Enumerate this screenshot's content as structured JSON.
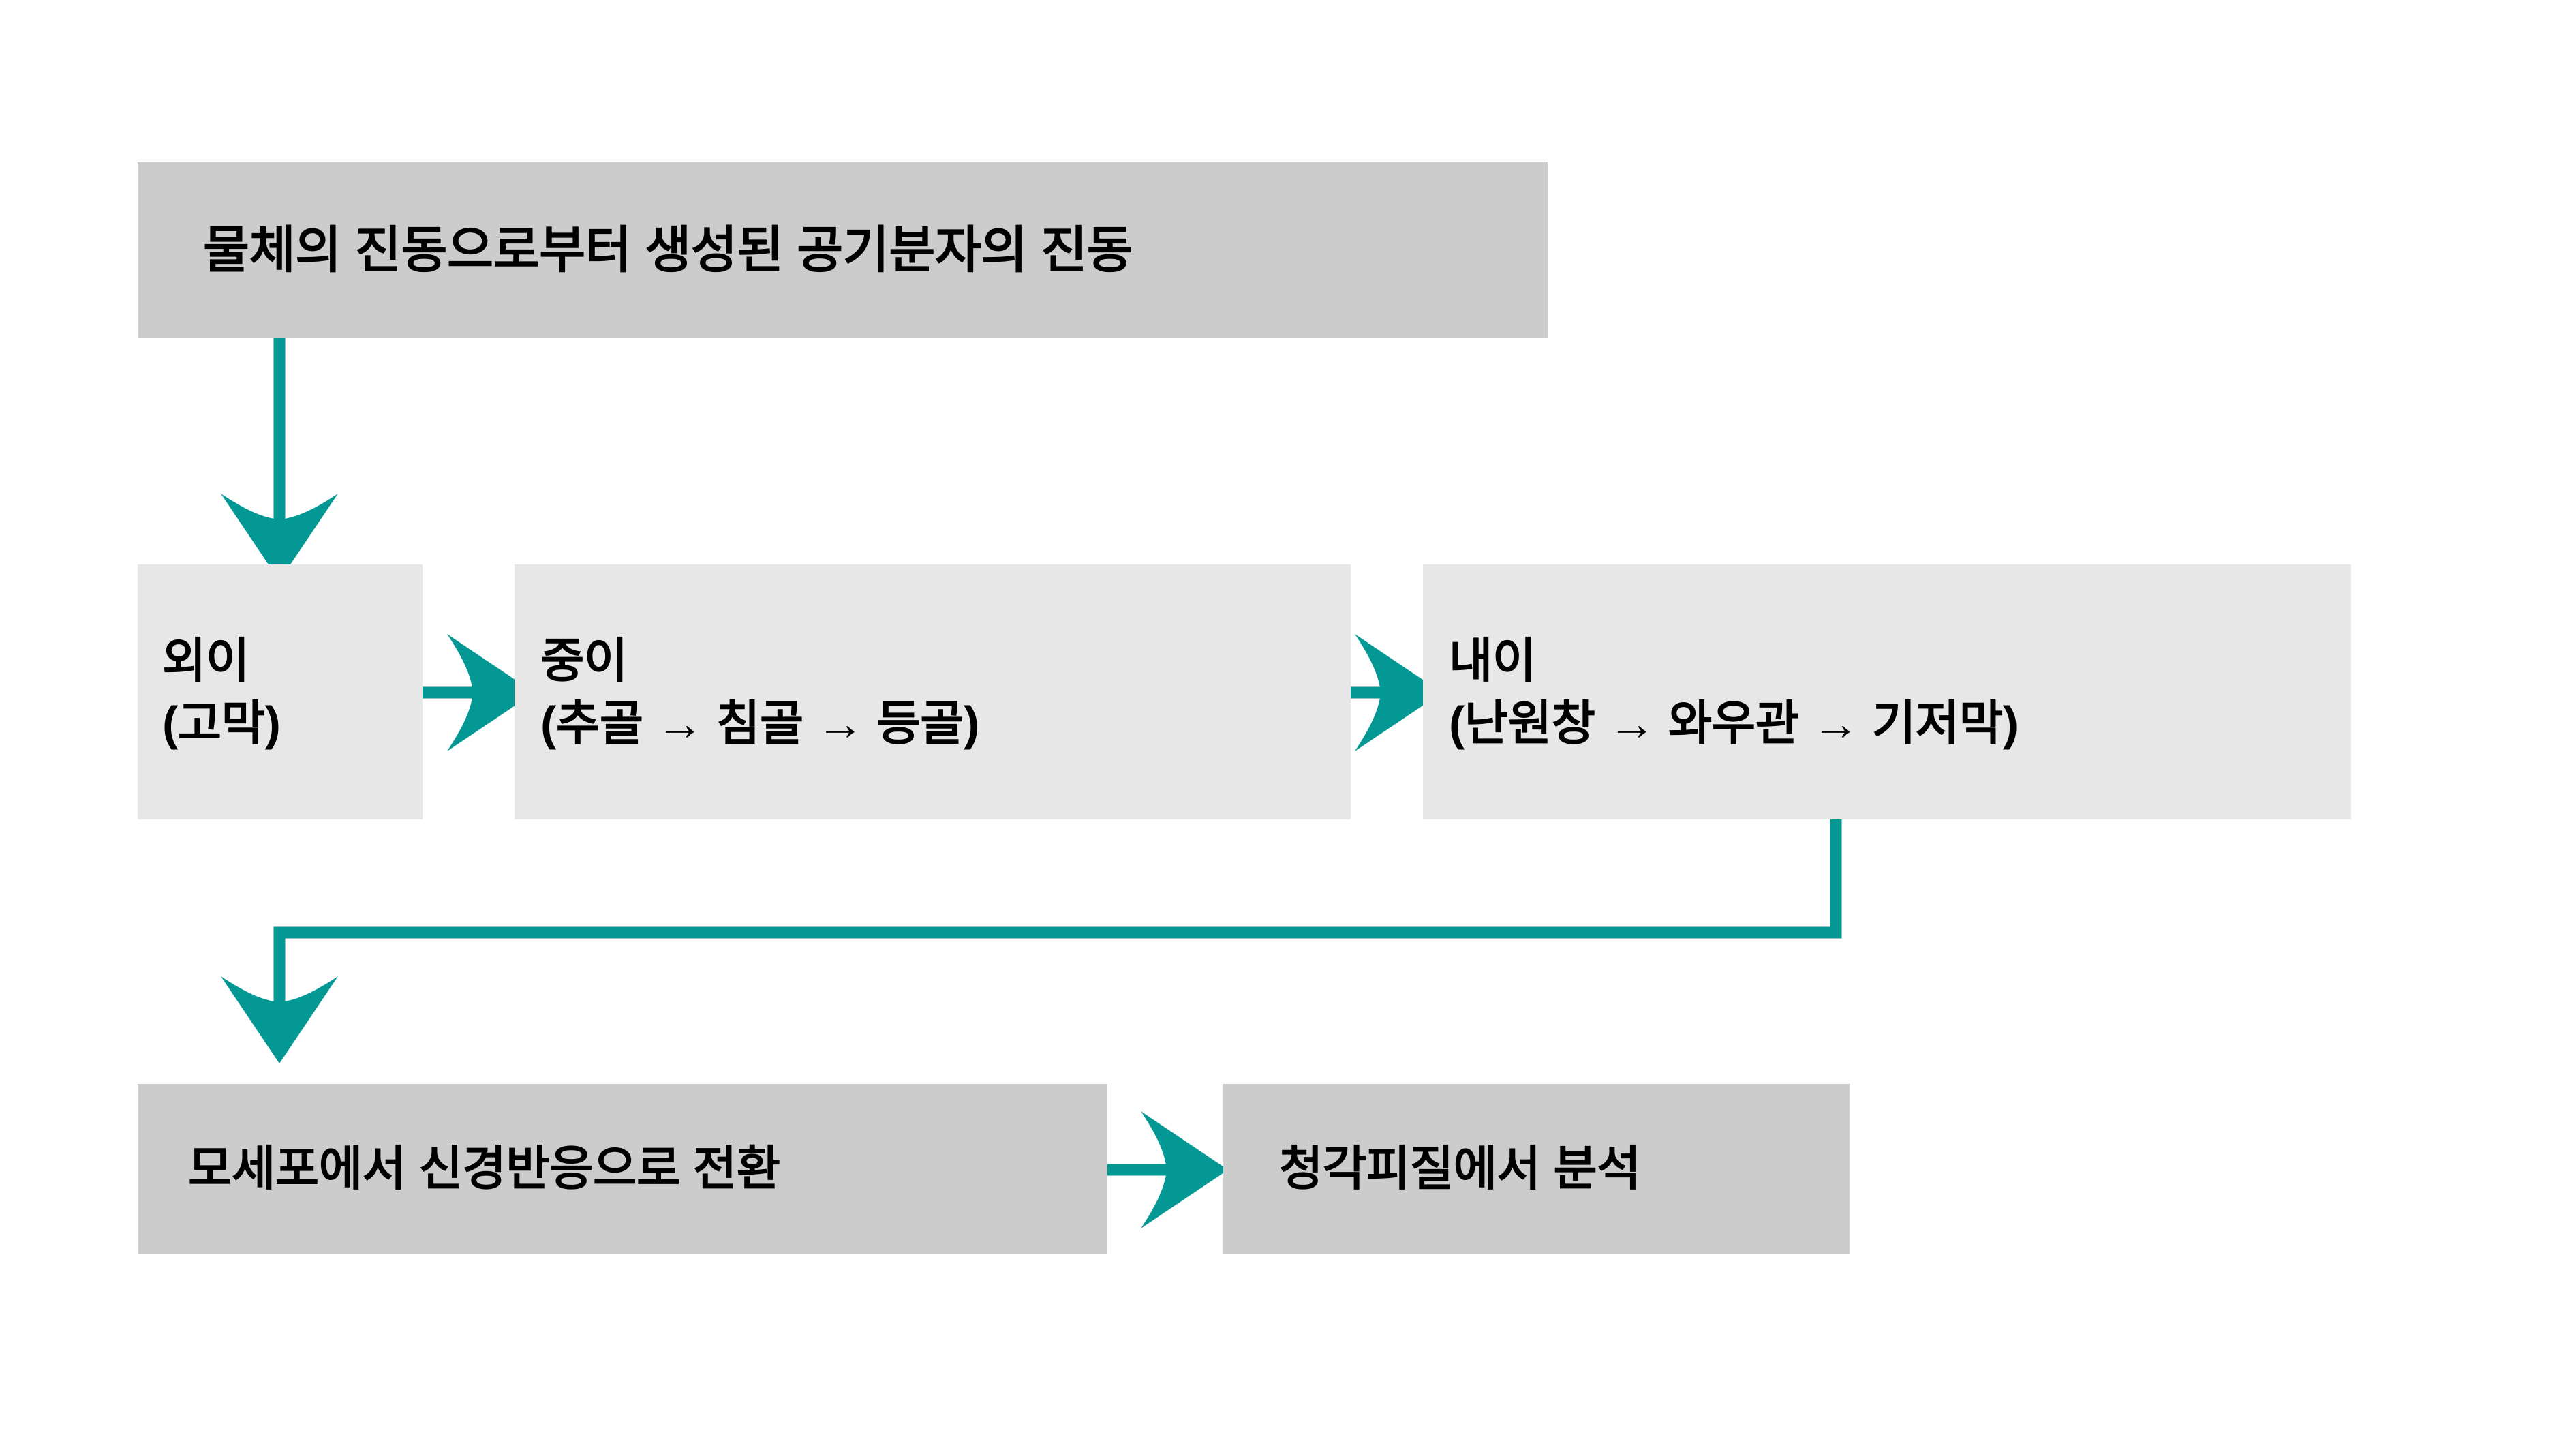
{
  "diagram": {
    "title_node": {
      "id": "source",
      "lines": [
        "물체의 진동으로부터 생성된 공기분자의 진동"
      ],
      "fill": "#cccccc"
    },
    "ear_path_nodes": [
      {
        "id": "outer-ear",
        "line1": "외이",
        "line2": "(고막)",
        "fill": "#e7e7e7"
      },
      {
        "id": "middle-ear",
        "line1": "중이",
        "line2": "(추골 → 침골 → 등골)",
        "fill": "#e7e7e7"
      },
      {
        "id": "inner-ear",
        "line1": "내이",
        "line2": "(난원창 → 와우관 → 기저막)",
        "fill": "#e7e7e7"
      }
    ],
    "neural_nodes": [
      {
        "id": "hair-cell",
        "lines": [
          "모세포에서 신경반응으로 전환"
        ],
        "fill": "#cccccc"
      },
      {
        "id": "auditory-cortex",
        "lines": [
          "청각피질에서 분석"
        ],
        "fill": "#cccccc"
      }
    ],
    "connectors": [
      {
        "id": "source-to-outer-ear",
        "kind": "straight-down-arrow"
      },
      {
        "id": "outer-ear-to-middle-ear",
        "kind": "straight-right-arrow"
      },
      {
        "id": "middle-ear-to-inner-ear",
        "kind": "straight-right-arrow"
      },
      {
        "id": "inner-ear-to-hair-cell",
        "kind": "elbow-down-left-down-arrow"
      },
      {
        "id": "hair-cell-to-auditory-cortex",
        "kind": "straight-right-arrow"
      }
    ],
    "colors": {
      "accent_teal": "#039894",
      "node_fill_dark": "#cccccc",
      "node_fill_light": "#e7e7e7",
      "text": "#000000",
      "background": "#ffffff"
    }
  }
}
